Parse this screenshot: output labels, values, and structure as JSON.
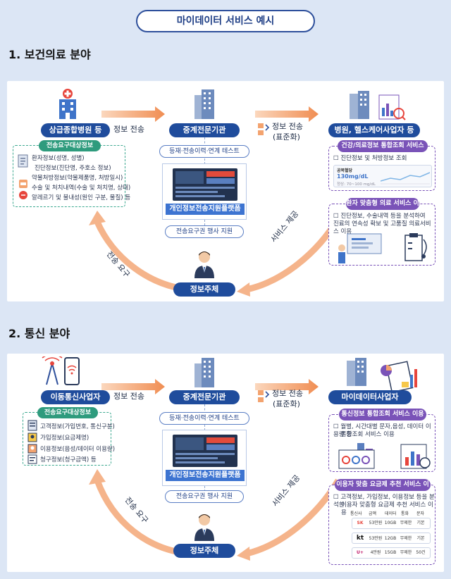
{
  "title": "마이데이터 서비스 예시",
  "colors": {
    "navy": "#1f4c9c",
    "green": "#2e9b7d",
    "purple": "#7a53b8",
    "orange": "#f3a36f",
    "background": "#dce6f5"
  },
  "section1": {
    "heading": "1. 보건의료 분야",
    "source": "상급종합병원 등",
    "send_label": "정보 전송",
    "middle": "중계전문기관",
    "std_label_1": "정보 전송",
    "std_label_2": "(표준화)",
    "target": "병원, 헬스케어사업자 등",
    "registration": "등재·전송이력·연계 테스트",
    "platform": "개인정보전송지원플랫폼",
    "rights": "전송요구권 행사 지원",
    "request_arrow": "전송 요구",
    "service_arrow": "서비스 제공",
    "subject": "정보주체",
    "list_title": "전송요구대상정보",
    "list_items": [
      "환자정보(성명, 성별)",
      "진단정보(진단명, 주호소 정보)",
      "약물처방정보(약물제품명, 처방일시)",
      "수술 및 처치내역(수술 및 처치명, 상태)",
      "알레르기 및 불내성(원인 구분, 물질) 등"
    ],
    "svc1_title": "건강/의료정보 통합조회 서비스 이용",
    "svc1_check": "진단정보 및 처방정보 조회",
    "svc1_card_title": "공복혈당",
    "svc1_card_value": "130mg/dL",
    "svc1_card_range": "정상: 70~100 mg/dL",
    "svc2_title": "환자 맞춤형 의료 서비스 이용",
    "svc2_text": [
      "진단정보, 수술내역 등을 분석하여",
      "진료의 연속성 확보 및 고품질 의료서비스 이용"
    ]
  },
  "section2": {
    "heading": "2. 통신 분야",
    "source": "이동통신사업자",
    "send_label": "정보 전송",
    "middle": "중계전문기관",
    "std_label_1": "정보 전송",
    "std_label_2": "(표준화)",
    "target": "마이데이터사업자",
    "registration": "등재·전송이력·연계 테스트",
    "platform": "개인정보전송지원플랫폼",
    "rights": "전송요구권 행사 지원",
    "request_arrow": "전송 요구",
    "service_arrow": "서비스 제공",
    "subject": "정보주체",
    "list_title": "전송요구대상정보",
    "list_items": [
      "고객정보(가입번호, 통신구분)",
      "가입정보(요금제명)",
      "이용정보(음성/데이터 이용량)",
      "청구정보(청구금액) 등"
    ],
    "svc1_title": "통신정보 통합조회 서비스 이용",
    "svc1_text": [
      "월별, 시간대별 문자,음성, 데이터 이용량 등",
      "통합조회 서비스 이용"
    ],
    "svc2_title": "이용자 맞춤 요금제 추천 서비스 이용",
    "svc2_text": [
      "고객정보, 가입정보, 이용정보 등을 분석한",
      "이용자 맞춤형 요금제 추천 서비스 이용"
    ],
    "plan_headers": [
      "통신사",
      "금액",
      "데이터",
      "통화",
      "문자"
    ],
    "plans": [
      {
        "brand": "SK",
        "price": "53만원",
        "data": "10GB",
        "call": "무제한",
        "sms": "기본"
      },
      {
        "brand": "kt",
        "price": "53만원",
        "data": "12GB",
        "call": "무제한",
        "sms": "기본"
      },
      {
        "brand": "U+",
        "price": "4만원",
        "data": "15GB",
        "call": "무제한",
        "sms": "50건"
      }
    ]
  }
}
